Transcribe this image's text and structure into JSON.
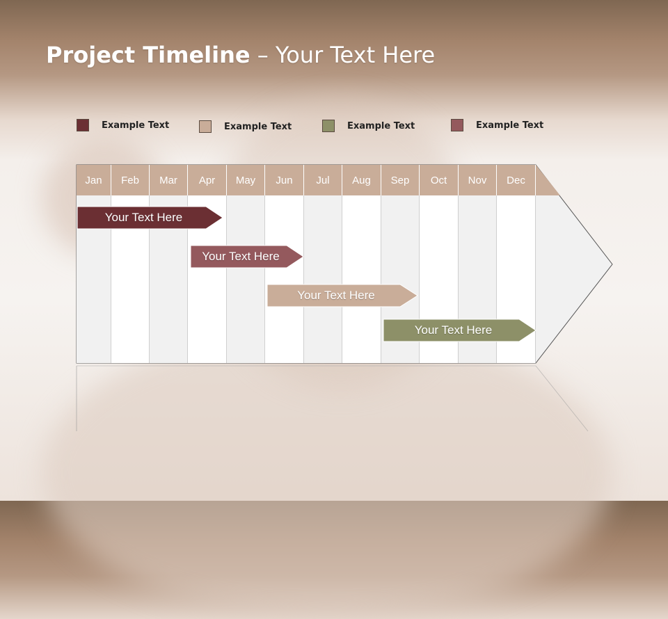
{
  "title": {
    "bold": "Project Timeline",
    "rest": " – Your Text Here"
  },
  "legend": [
    {
      "label": "Example Text",
      "color": "#6b2f33"
    },
    {
      "label": "Example Text",
      "color": "#c9ad99"
    },
    {
      "label": "Example Text",
      "color": "#8d9068"
    },
    {
      "label": "Example Text",
      "color": "#94595d"
    }
  ],
  "months": [
    "Jan",
    "Feb",
    "Mar",
    "Apr",
    "May",
    "Jun",
    "Jul",
    "Aug",
    "Sep",
    "Oct",
    "Nov",
    "Dec"
  ],
  "tasks": [
    {
      "label": "Your  Text Here",
      "color": "#6b2f33"
    },
    {
      "label": "Your  Text Here",
      "color": "#94595d"
    },
    {
      "label": "Your  Text Here",
      "color": "#c9ad99"
    },
    {
      "label": "Your  Text Here",
      "color": "#8d9068"
    }
  ]
}
